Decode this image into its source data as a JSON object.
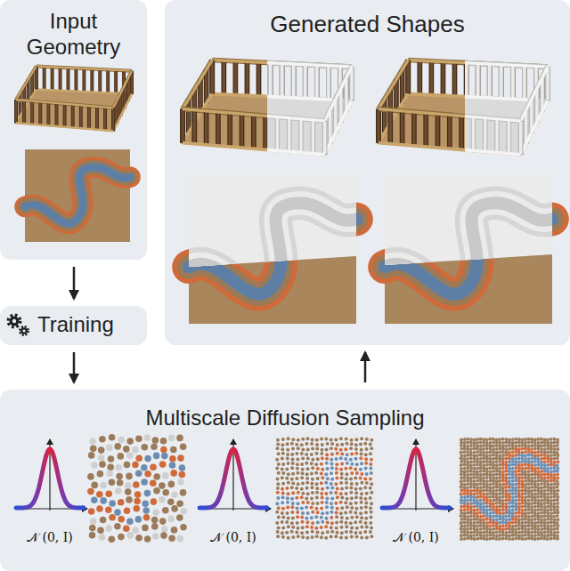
{
  "diagram": {
    "nodes": [
      {
        "text": [
          "Input Geometry"
        ]
      },
      {
        "text": [
          "Generated Shapes"
        ]
      },
      {
        "text": [
          "Training"
        ]
      },
      {
        "text": [
          "Multiscale Diffusion Sampling"
        ]
      }
    ],
    "edges": [
      {
        "from": 0,
        "to": 2,
        "arrow": "to"
      },
      {
        "from": 2,
        "to": 3,
        "arrow": "to"
      },
      {
        "from": 3,
        "to": 1,
        "arrow": "to"
      }
    ],
    "labels": [
      "𝒩 (0, I)",
      "𝒩 (0, I)",
      "𝒩 (0, I)"
    ]
  }
}
